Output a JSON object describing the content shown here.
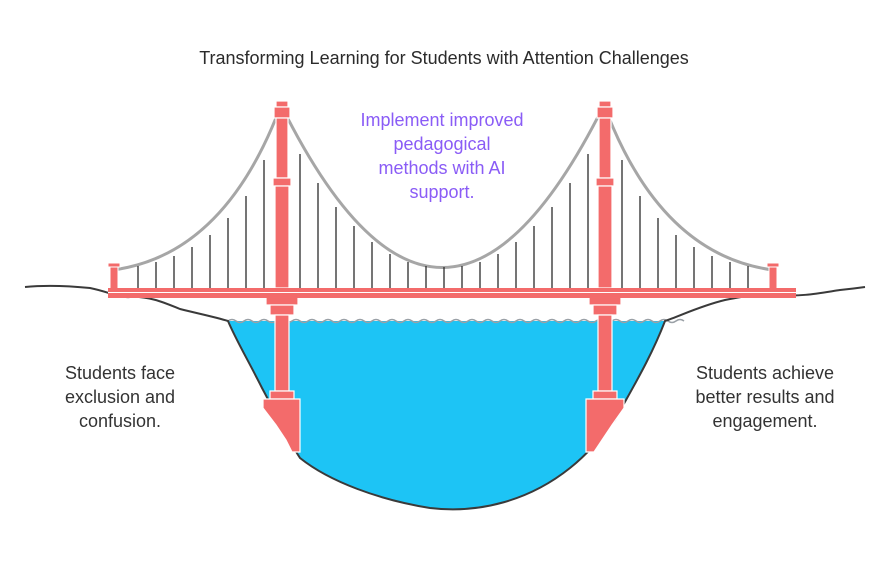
{
  "diagram": {
    "title": "Transforming Learning for Students with Attention Challenges",
    "left_label": "Students face\nexclusion and\nconfusion.",
    "right_label": "Students achieve\nbetter results and\nengagement.",
    "top_label": "Implement improved\npedagogical\nmethods with AI\nsupport."
  },
  "colors": {
    "bridge": "#F36B6B",
    "cable": "#A6A6A6",
    "water": "#1DC4F5",
    "ground_line": "#3A3A3A",
    "accent_text": "#8A5CF6",
    "text": "#333333"
  }
}
